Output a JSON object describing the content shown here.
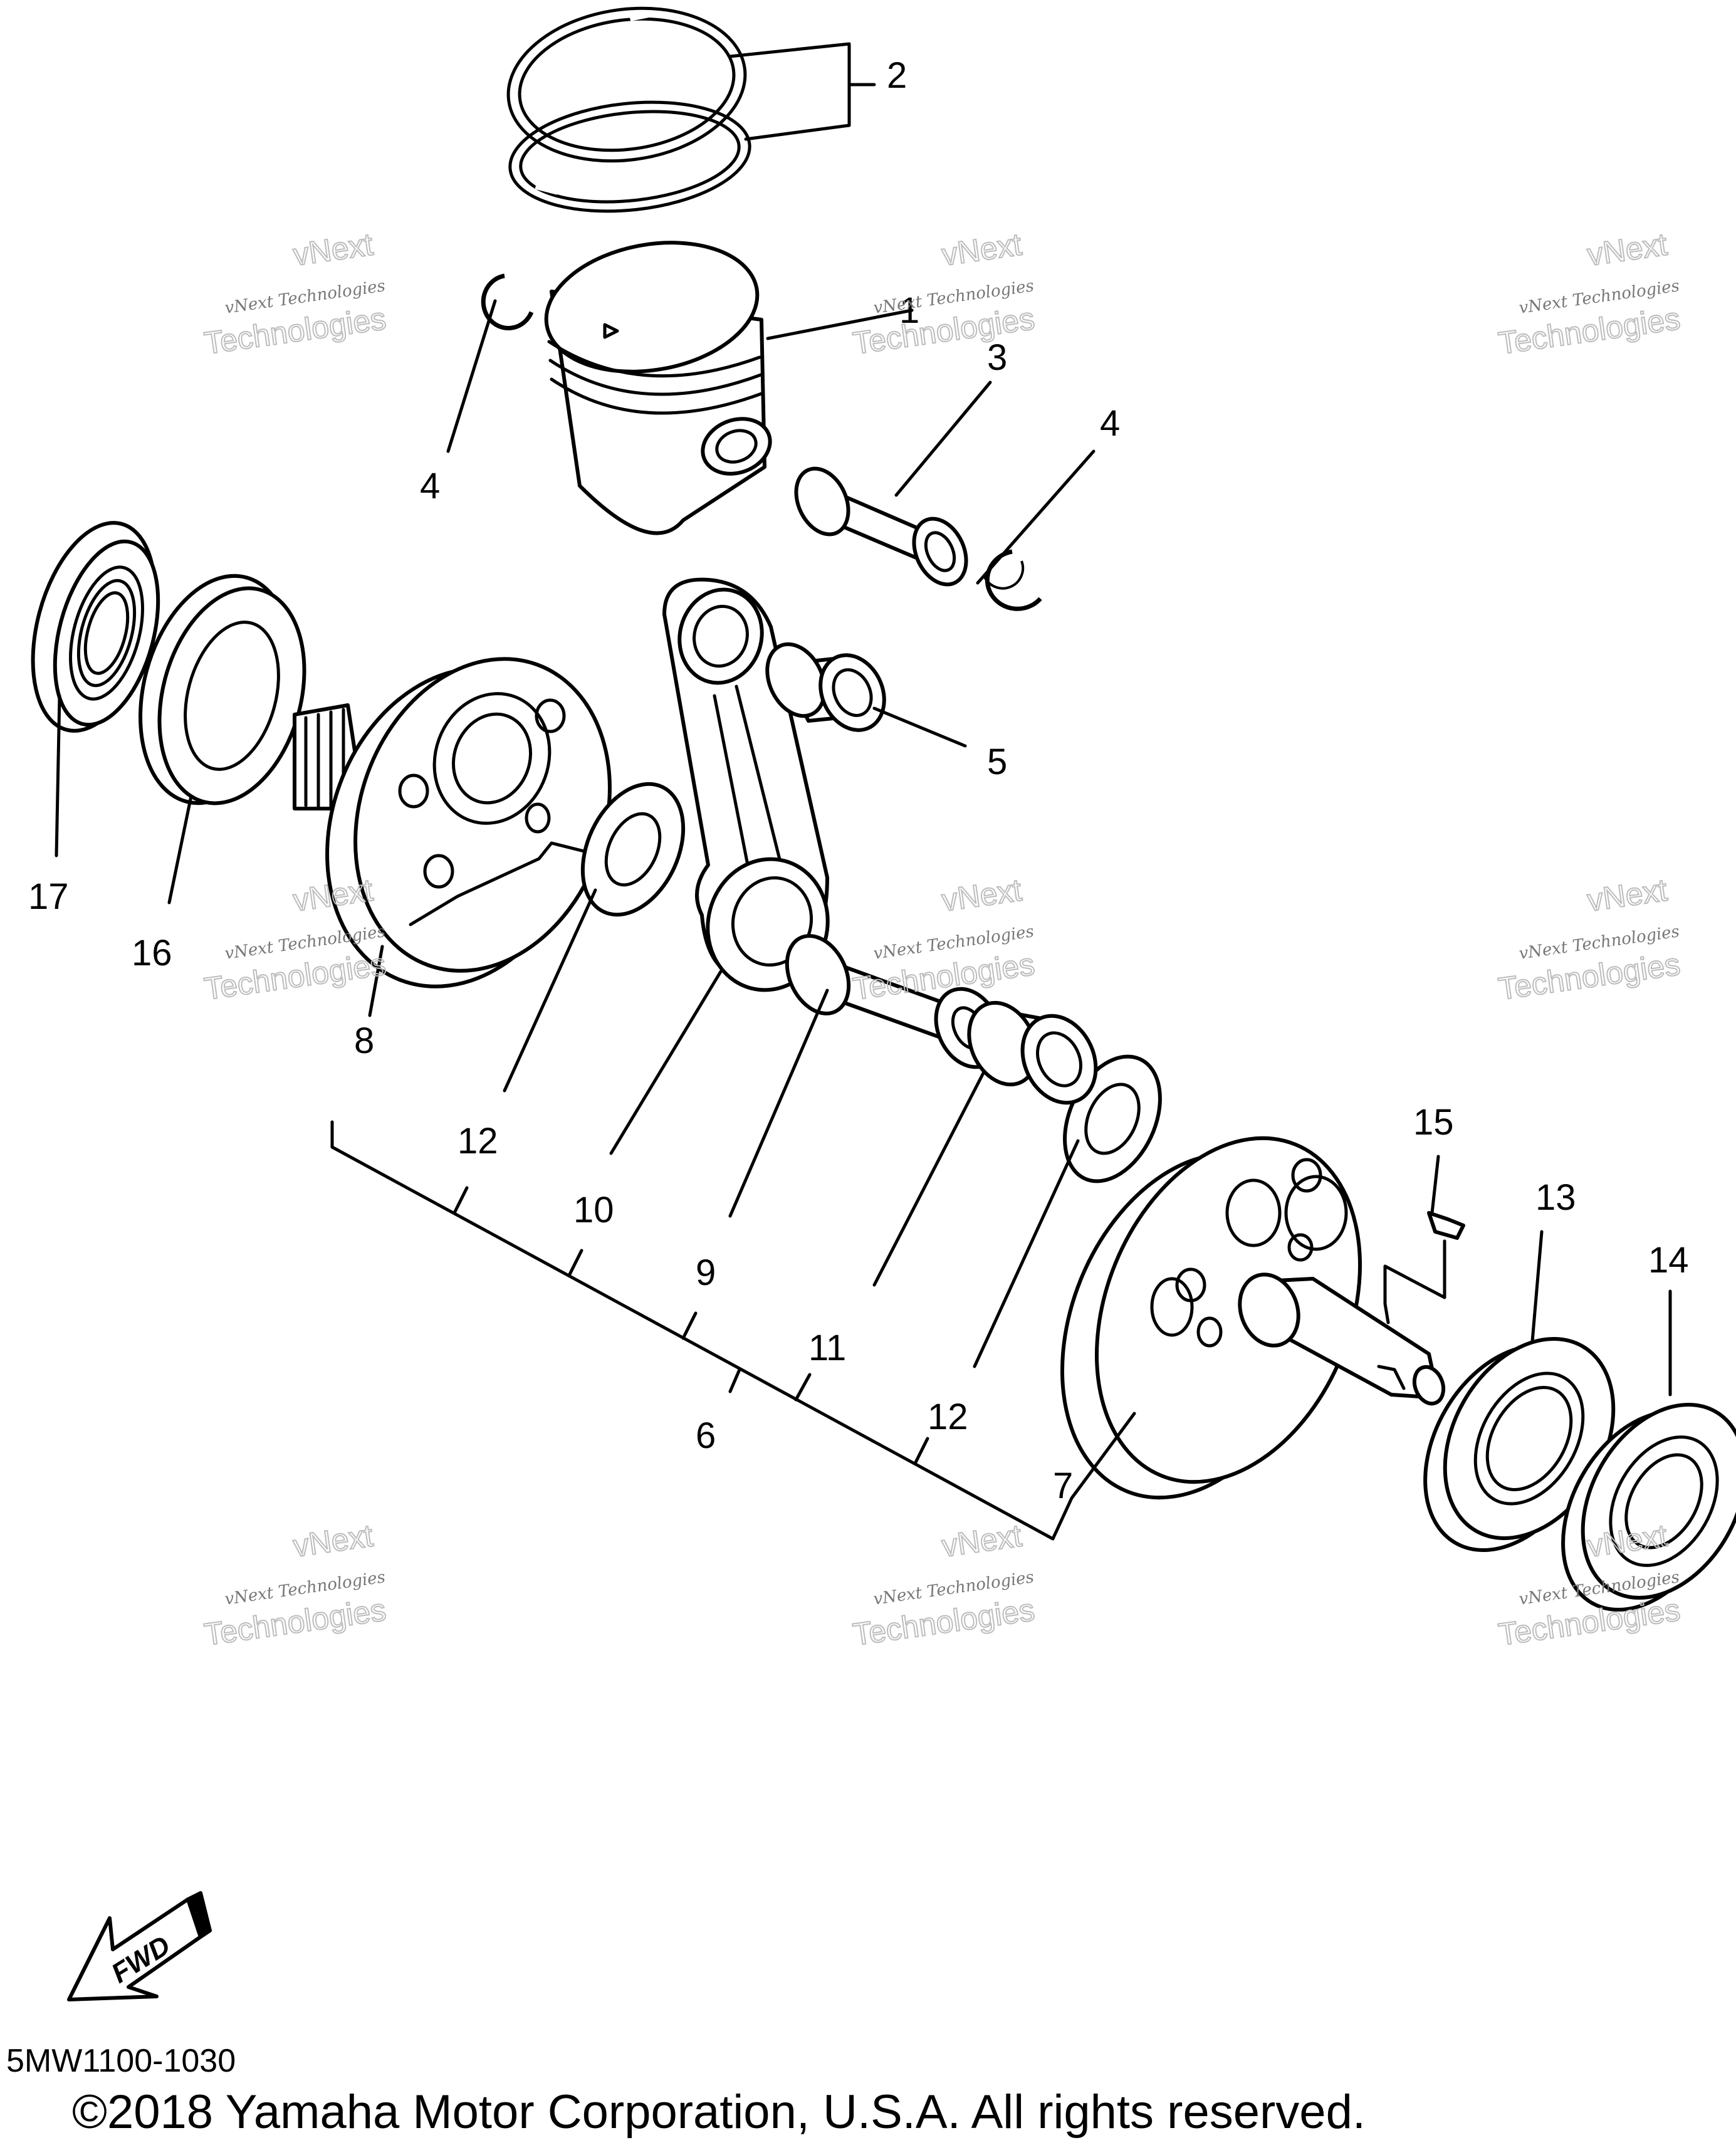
{
  "diagram": {
    "part_code": "5MW1100-1030",
    "copyright": "©2018 Yamaha Motor Corporation, U.S.A. All rights reserved.",
    "fwd_label": "FWD",
    "callouts": {
      "c1": "1",
      "c2": "2",
      "c3": "3",
      "c4a": "4",
      "c4b": "4",
      "c5": "5",
      "c6": "6",
      "c7": "7",
      "c8": "8",
      "c9": "9",
      "c10": "10",
      "c11": "11",
      "c12a": "12",
      "c12b": "12",
      "c13": "13",
      "c14": "14",
      "c15": "15",
      "c16": "16",
      "c17": "17"
    },
    "watermark": {
      "line1": "vNext Technologies",
      "line2": "vNext",
      "line3": "Technologies"
    }
  }
}
